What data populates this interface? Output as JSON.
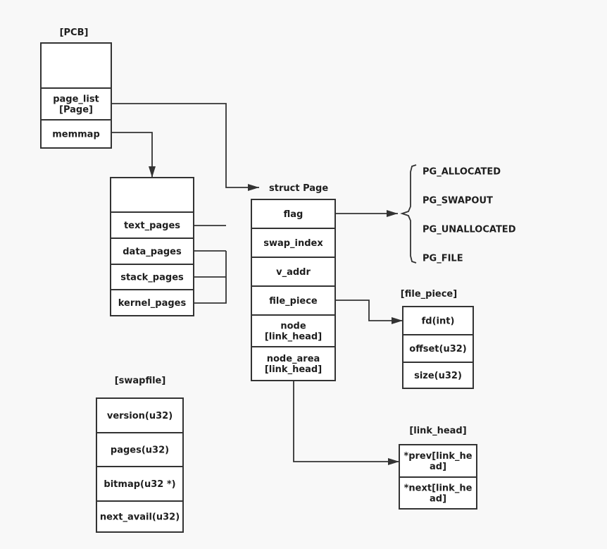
{
  "pcb": {
    "title": "[PCB]",
    "fields": [
      "",
      "page_list\n[Page]",
      "memmap"
    ]
  },
  "memmap": {
    "fields": [
      "",
      "text_pages",
      "data_pages",
      "stack_pages",
      "kernel_pages"
    ]
  },
  "page": {
    "title": "struct Page",
    "fields": [
      "flag",
      "swap_index",
      "v_addr",
      "file_piece",
      "node\n[link_head]",
      "node_area\n[link_head]"
    ]
  },
  "flags": [
    "PG_ALLOCATED",
    "PG_SWAPOUT",
    "PG_UNALLOCATED",
    "PG_FILE"
  ],
  "file_piece": {
    "title": "[file_piece]",
    "fields": [
      "fd(int)",
      "offset(u32)",
      "size(u32)"
    ]
  },
  "swapfile": {
    "title": "[swapfile]",
    "fields": [
      "version(u32)",
      "pages(u32)",
      "bitmap(u32 *)",
      "next_avail(u32)"
    ]
  },
  "link_head": {
    "title": "[link_head]",
    "fields": [
      "*prev[link_he\nad]",
      "*next[link_he\nad]"
    ]
  }
}
